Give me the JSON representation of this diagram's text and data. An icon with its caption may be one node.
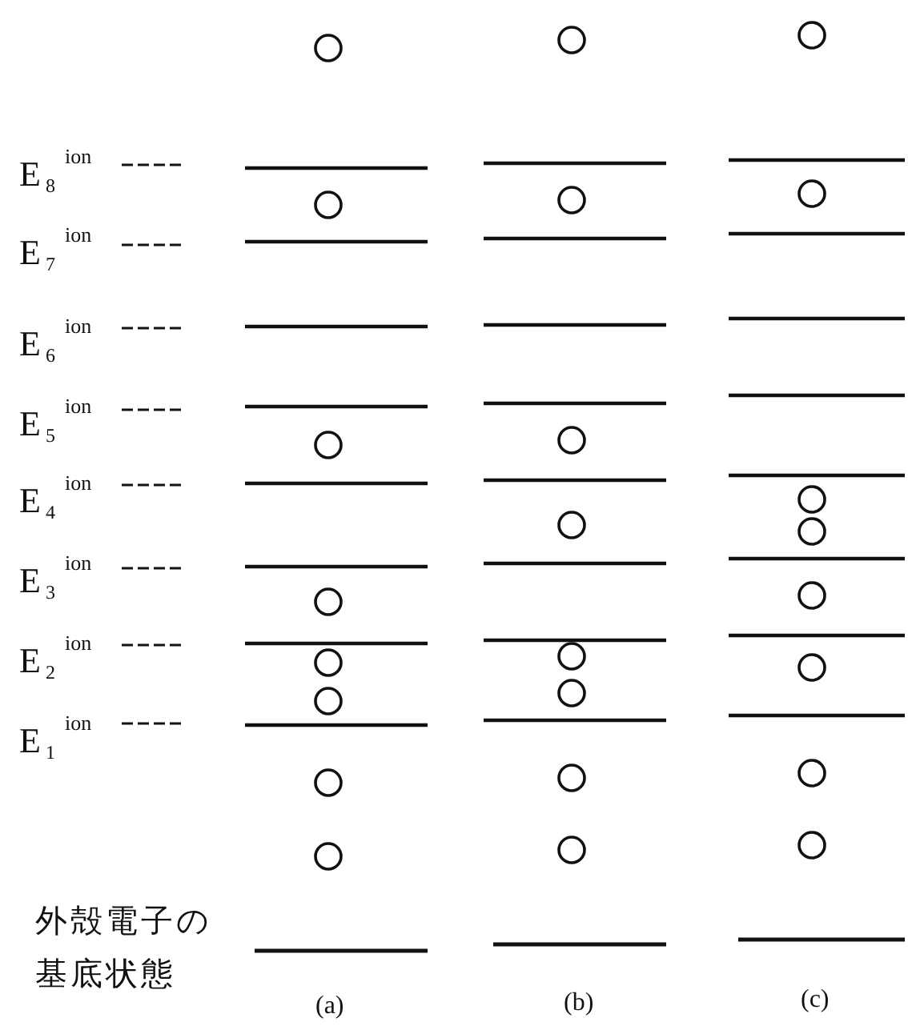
{
  "diagram": {
    "labels": [
      "E$_{8}$$^{ion}$",
      "E$_{7}$$^{ion}$",
      "E$_{6}$$^{ion}$",
      "E$_{5}$$^{ion}$",
      "E$_{4}$$^{ion}$",
      "E$_{3}$$^{ion}$",
      "E$_{2}$$^{ion}$",
      "E$_{1}$$^{ion}$",
      "外殻電子の基底状態",
      "(a)",
      "(b)",
      "(c)"
    ]
  }
}
